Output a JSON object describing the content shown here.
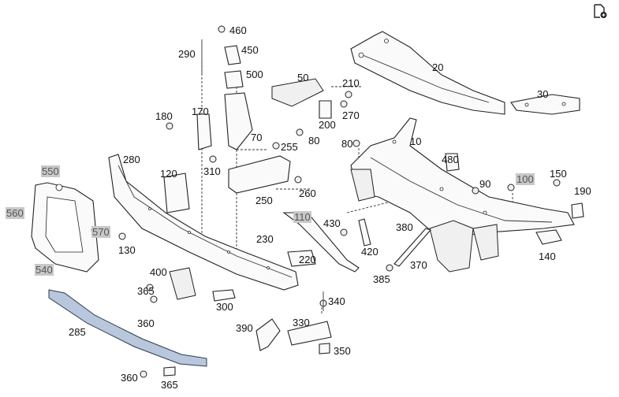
{
  "labels": {
    "l460": "460",
    "l450": "450",
    "l290": "290",
    "l500": "500",
    "l50": "50",
    "l210": "210",
    "l20": "20",
    "l30": "30",
    "l170": "170",
    "l180": "180",
    "l270": "270",
    "l200": "200",
    "l70": "70",
    "l80a": "80",
    "l255": "255",
    "l80b": "80",
    "l10": "10",
    "l280": "280",
    "l310": "310",
    "l480": "480",
    "l550": "550",
    "l120": "120",
    "l90": "90",
    "l100": "100",
    "l150": "150",
    "l260": "260",
    "l190": "190",
    "l250": "250",
    "l560": "560",
    "l110": "110",
    "l430": "430",
    "l380": "380",
    "l570": "570",
    "l230": "230",
    "l130": "130",
    "l420": "420",
    "l140": "140",
    "l220": "220",
    "l370": "370",
    "l540": "540",
    "l400": "400",
    "l385": "385",
    "l365a": "365",
    "l340": "340",
    "l300": "300",
    "l360a": "360",
    "l330": "330",
    "l390": "390",
    "l285": "285",
    "l350": "350",
    "l360b": "360",
    "l365b": "365"
  },
  "icons": {
    "corner": "add-page-icon"
  }
}
